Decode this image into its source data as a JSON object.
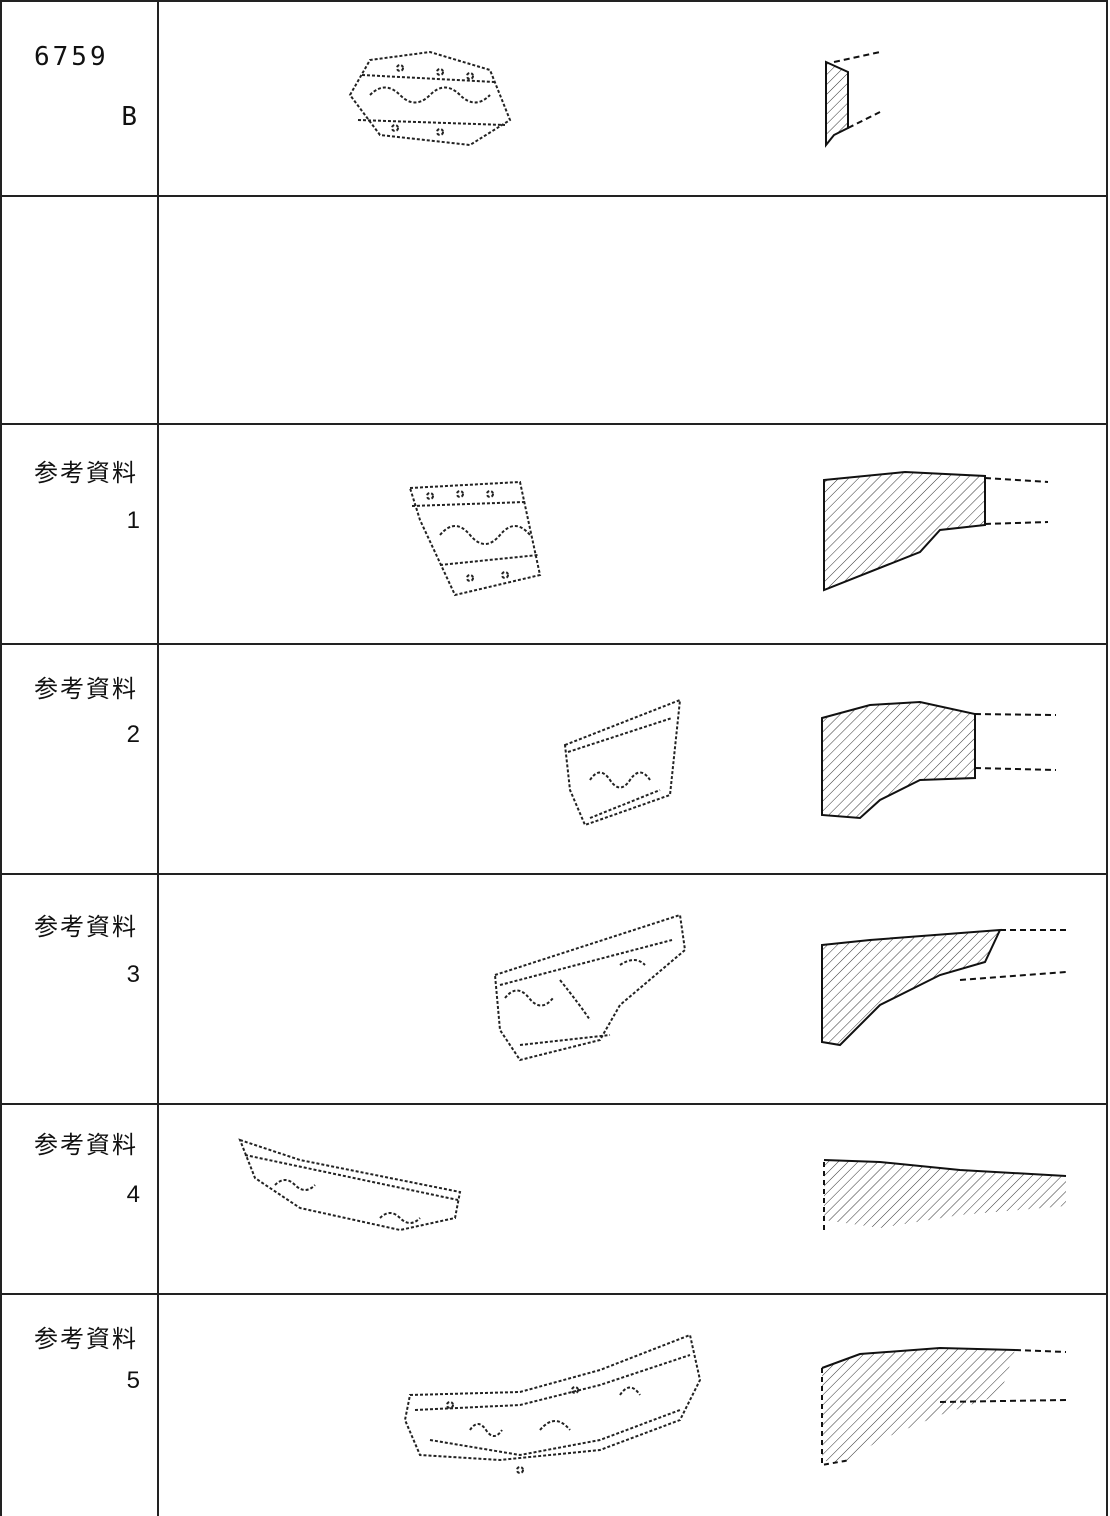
{
  "rows": [
    {
      "id": "6759",
      "sub": "B"
    },
    {
      "id": "",
      "sub": ""
    },
    {
      "id": "参考資料",
      "sub": "1"
    },
    {
      "id": "参考資料",
      "sub": "2"
    },
    {
      "id": "参考資料",
      "sub": "3"
    },
    {
      "id": "参考資料",
      "sub": "4"
    },
    {
      "id": "参考資料",
      "sub": "5"
    }
  ]
}
